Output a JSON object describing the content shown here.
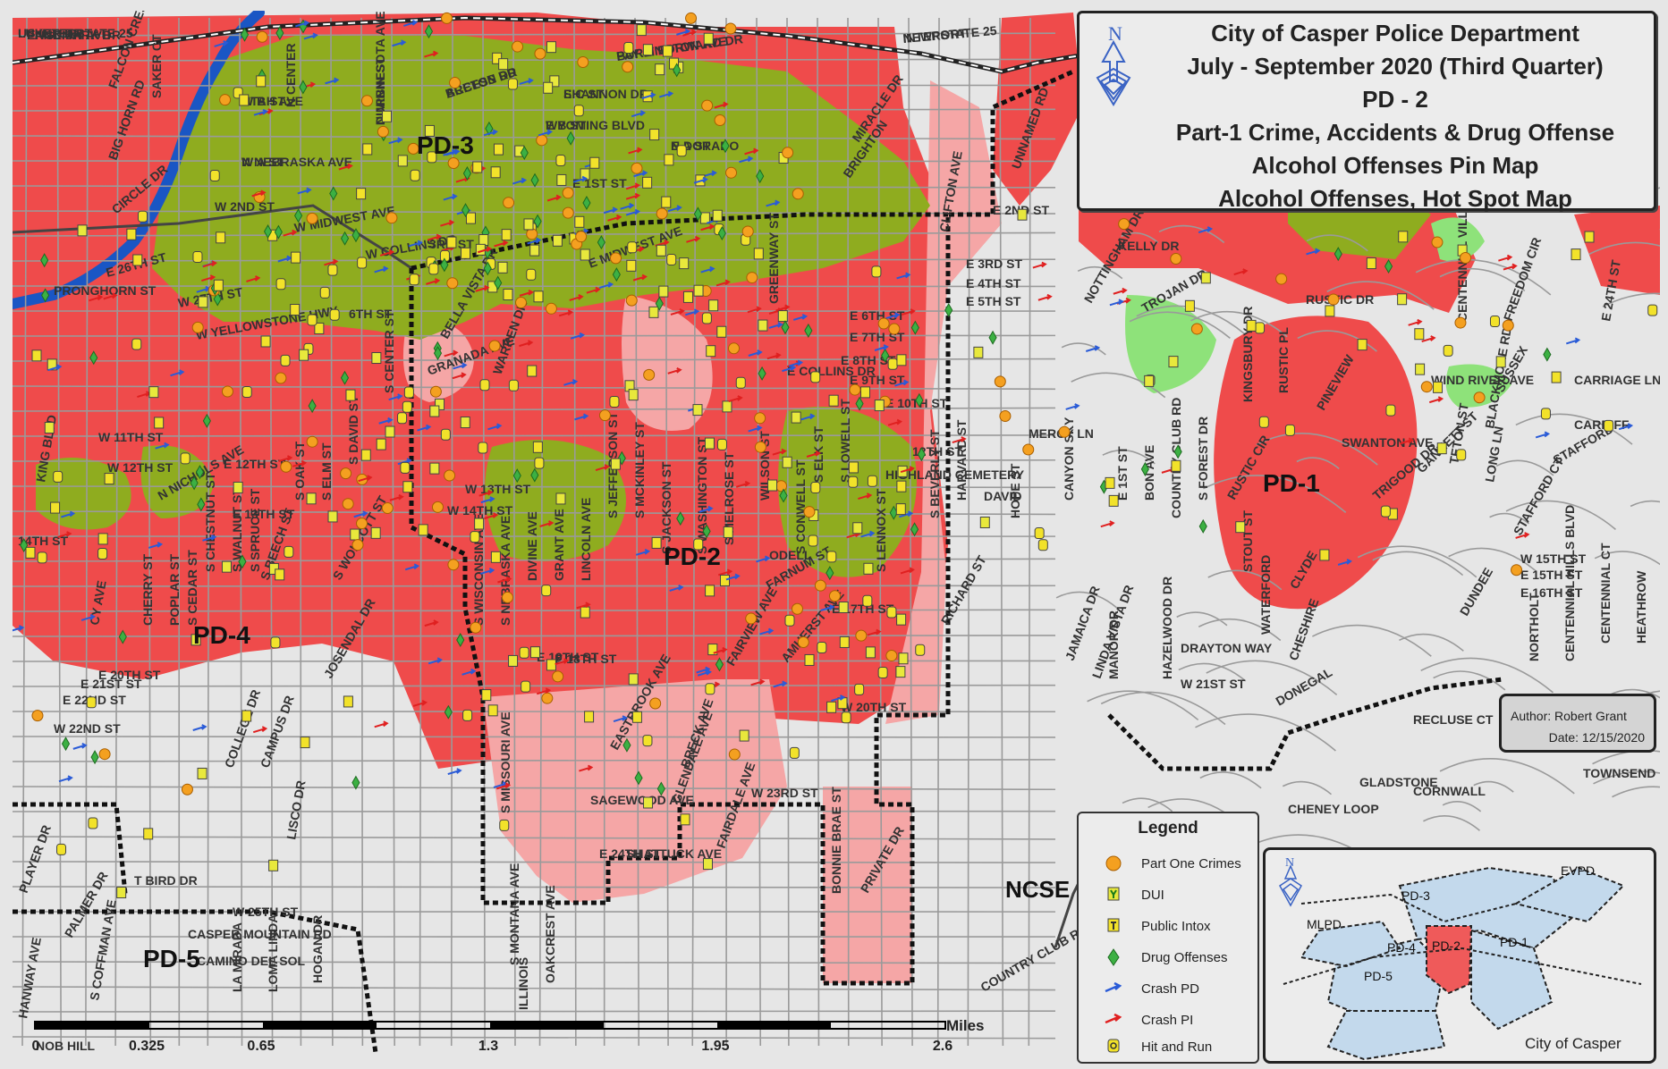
{
  "title": {
    "lines": [
      "City of Casper Police Department",
      "July - September 2020 (Third Quarter)",
      "PD - 2",
      "Part-1 Crime, Accidents & Drug Offense",
      "Alcohol Offenses Pin Map",
      "Alcohol Offenses, Hot Spot Map"
    ]
  },
  "compass_label": "N",
  "author": {
    "author": "Author: Robert Grant",
    "date": "Date: 12/15/2020"
  },
  "legend": {
    "title": "Legend",
    "items": [
      {
        "label": "Part One Crimes",
        "symbol": "circle-icon",
        "color": "#f4a020"
      },
      {
        "label": "DUI",
        "symbol": "dui-pin-icon",
        "color": "#e8e83c"
      },
      {
        "label": "Public Intox",
        "symbol": "intox-pin-icon",
        "color": "#f2e22a"
      },
      {
        "label": "Drug Offenses",
        "symbol": "diamond-icon",
        "color": "#3cb043"
      },
      {
        "label": "Crash PD",
        "symbol": "crash-arrow-icon",
        "color": "#2a5bd7"
      },
      {
        "label": "Crash PI",
        "symbol": "crash-arrow-icon",
        "color": "#e02020"
      },
      {
        "label": "Hit and Run",
        "symbol": "hit-run-icon",
        "color": "#f2e22a"
      }
    ]
  },
  "scale": {
    "unit": "Miles",
    "ticks": [
      "0",
      "0.325",
      "0.65",
      "1.3",
      "1.95",
      "2.6"
    ]
  },
  "districts": [
    "PD-1",
    "PD-2",
    "PD-3",
    "PD-4",
    "PD-5",
    "NCSE"
  ],
  "inset": {
    "title": "City of Casper",
    "districts": [
      "PD-3",
      "EVPD",
      "MLPD",
      "PD-4",
      "PD-2",
      "PD-1",
      "PD-5"
    ],
    "compass_label": "N"
  },
  "streets": [
    "US INTERSTATE 25",
    "ENGLISH AVE",
    "BURLINGTON AVE",
    "INTERSTATE 25",
    "ACCESS RD",
    "E C ST",
    "E B ST",
    "E A ST",
    "W B ST",
    "W A ST",
    "DURBIN ST",
    "N CENTER",
    "E 1ST ST",
    "W 2ND ST",
    "E 2ND ST",
    "E 3RD ST",
    "3RD ST",
    "E 4TH ST",
    "E 5TH ST",
    "E 6TH ST",
    "6TH ST",
    "E 7TH ST",
    "E 8TH ST",
    "E 9TH ST",
    "E 10TH ST",
    "W 11TH ST",
    "W 12TH ST",
    "12TH ST",
    "E 12TH ST",
    "W 13TH ST",
    "E 13TH ST",
    "W 14TH ST",
    "14TH ST",
    "W 15TH ST",
    "E 15TH ST",
    "E 16TH ST",
    "E 17TH ST",
    "E 18TH ST",
    "E 19TH ST",
    "E 20TH ST",
    "W 20TH ST",
    "E 21ST ST",
    "W 21ST ST",
    "E 22ND ST",
    "W 22ND ST",
    "W 23RD ST",
    "E 24TH ST",
    "W 25TH ST",
    "E 26TH ST",
    "W 27TH ST",
    "W YELLOWSTONE HWY",
    "W MIDWEST AVE",
    "W COLLINS DR",
    "E MIDWEST AVE",
    "E COLLINS DR",
    "HIGHLAND CEMETERY",
    "ODELL",
    "FARNUM ST",
    "FAIRVIEW AVE",
    "AMHERST AVE",
    "EASTBROOK AVE",
    "BRECK AVE",
    "GLENDALE AVE",
    "FAIRDALE AVE",
    "SHATTUCK AVE",
    "SAGEWOOD AVE",
    "FALCON CREST BLVD",
    "SAKER CT",
    "CIRCLE DR",
    "BIG HORN RD",
    "PRONGHORN ST",
    "N NICHOLS AVE",
    "KING BLVD",
    "CY AVE",
    "CHERRY ST",
    "POPLAR ST",
    "S CEDAR ST",
    "S CHESTNUT ST",
    "S WALNUT ST",
    "S SPRUCE ST",
    "S OAK ST",
    "S ELM ST",
    "S DAVID ST",
    "S CENTER ST",
    "S WOLCOTT ST",
    "S BEECH ST",
    "COLLEGE DR",
    "CAMPUS DR",
    "JOSENDAL DR",
    "LISCO DR",
    "T BIRD DR",
    "CASPER MOUNTAIN RD",
    "CAMINO DEL SOL",
    "LA MIRADA",
    "LOMA LINDA",
    "HOGAN DR",
    "PALMER DR",
    "PLAYER DR",
    "NOB HILL",
    "HANWAY AVE",
    "S COFFMAN AVE",
    "GRANADA AVE",
    "BELLA VISTA DR",
    "WARREN DR",
    "DIVINE AVE",
    "GRANT AVE",
    "LINCOLN AVE",
    "S JEFFERSON ST",
    "S MCKINLEY ST",
    "S JACKSON ST",
    "S WASHINGTON ST",
    "S MELROSE ST",
    "S CONWELL ST",
    "WILSON ST",
    "GREENWAY ST",
    "S ELK ST",
    "S LOWELL ST",
    "S LENNOX ST",
    "S BEVERLY ST",
    "S WISCONSIN AVE",
    "S NEBRASKA AVE",
    "S MISSOURI AVE",
    "S MONTANA AVE",
    "ILLINOIS",
    "OAKCREST AVE",
    "BONNIE BRAE ST",
    "PRIVATE DR",
    "RICHARD ST",
    "HARVARD ST",
    "DAVID",
    "HOPE ST",
    "MERCY LN",
    "CANYON SKY",
    "E 1ST ST",
    "BON AVE",
    "COUNTRY CLUB RD",
    "S FOREST DR",
    "HAZELWOOD DR",
    "JAMAICA DR",
    "LINDA VISTA DR",
    "MANOR DR",
    "NOTTINGHAM DR",
    "KELLY DR",
    "TROJAN DR",
    "KINGSBURY DR",
    "RUSTIC DR",
    "RUSTIC CIR",
    "RUSTIC PL",
    "PINEVIEW",
    "TRIGOOD DR",
    "SWANTON AVE",
    "WIND RIVER AVE",
    "GANNETT ST",
    "TETON ST",
    "LONG LN",
    "BLACKMORE RD",
    "SUSSEX",
    "CARRIAGE LN",
    "CARDIFF",
    "STAFFORD",
    "STAFFORD CT",
    "DUNDEE",
    "CLYDE",
    "WATERFORD",
    "CHESHIRE",
    "DONEGAL",
    "RECLUSE CT",
    "GLADSTONE",
    "CHENEY LOOP",
    "TOWNSEND LN",
    "CORNWALL",
    "NORTHOLT",
    "CENTENNIAL HILLS BLVD",
    "CENTENNIAL CT",
    "HEATHROW",
    "CENTENNIAL VILLAGE DR",
    "FREEDOM CIR",
    "E 24TH ST",
    "STOUT ST",
    "DRAYTON WAY",
    "COUNTRY CLUB RD",
    "UNNAMED RD",
    "CLIFTON AVE",
    "BRIGHTON",
    "MIRACLE DR",
    "LUKER DR",
    "LANDMARK DR",
    "PAY IT FORWARD DR",
    "NEWPORT",
    "BRETON DR",
    "SHANNON DR",
    "WYOMING BLVD",
    "N DORADO",
    "UTAH AVE",
    "N NEBRASKA AVE",
    "N MINNESOTA AVE"
  ]
}
